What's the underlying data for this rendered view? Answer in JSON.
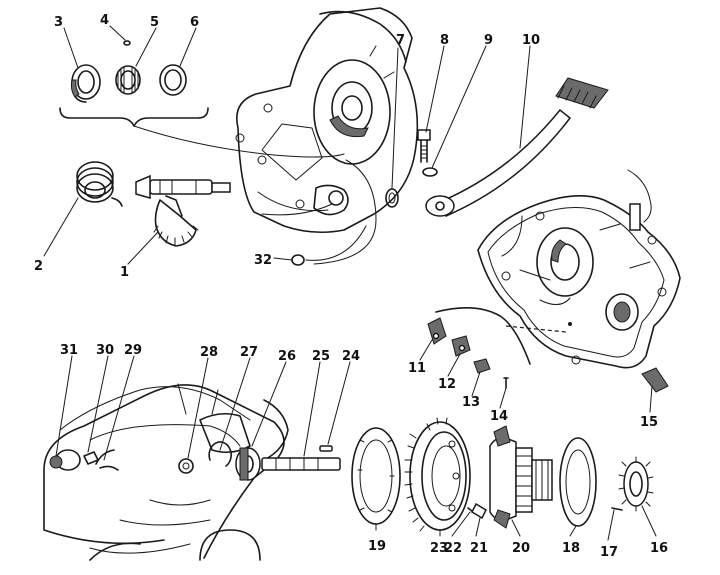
{
  "callouts": [
    {
      "id": "c1",
      "label": "1"
    },
    {
      "id": "c2",
      "label": "2"
    },
    {
      "id": "c3",
      "label": "3"
    },
    {
      "id": "c4",
      "label": "4"
    },
    {
      "id": "c5",
      "label": "5"
    },
    {
      "id": "c6",
      "label": "6"
    },
    {
      "id": "c7",
      "label": "7"
    },
    {
      "id": "c8",
      "label": "8"
    },
    {
      "id": "c9",
      "label": "9"
    },
    {
      "id": "c10",
      "label": "10"
    },
    {
      "id": "c11",
      "label": "11"
    },
    {
      "id": "c12",
      "label": "12"
    },
    {
      "id": "c13",
      "label": "13"
    },
    {
      "id": "c14",
      "label": "14"
    },
    {
      "id": "c15",
      "label": "15"
    },
    {
      "id": "c16",
      "label": "16"
    },
    {
      "id": "c17",
      "label": "17"
    },
    {
      "id": "c18",
      "label": "18"
    },
    {
      "id": "c19",
      "label": "19"
    },
    {
      "id": "c20",
      "label": "20"
    },
    {
      "id": "c21",
      "label": "21"
    },
    {
      "id": "c22",
      "label": "22"
    },
    {
      "id": "c23",
      "label": "23"
    },
    {
      "id": "c24",
      "label": "24"
    },
    {
      "id": "c25",
      "label": "25"
    },
    {
      "id": "c26",
      "label": "26"
    },
    {
      "id": "c27",
      "label": "27"
    },
    {
      "id": "c28",
      "label": "28"
    },
    {
      "id": "c29",
      "label": "29"
    },
    {
      "id": "c30",
      "label": "30"
    },
    {
      "id": "c31",
      "label": "31"
    },
    {
      "id": "c32",
      "label": "32"
    }
  ]
}
